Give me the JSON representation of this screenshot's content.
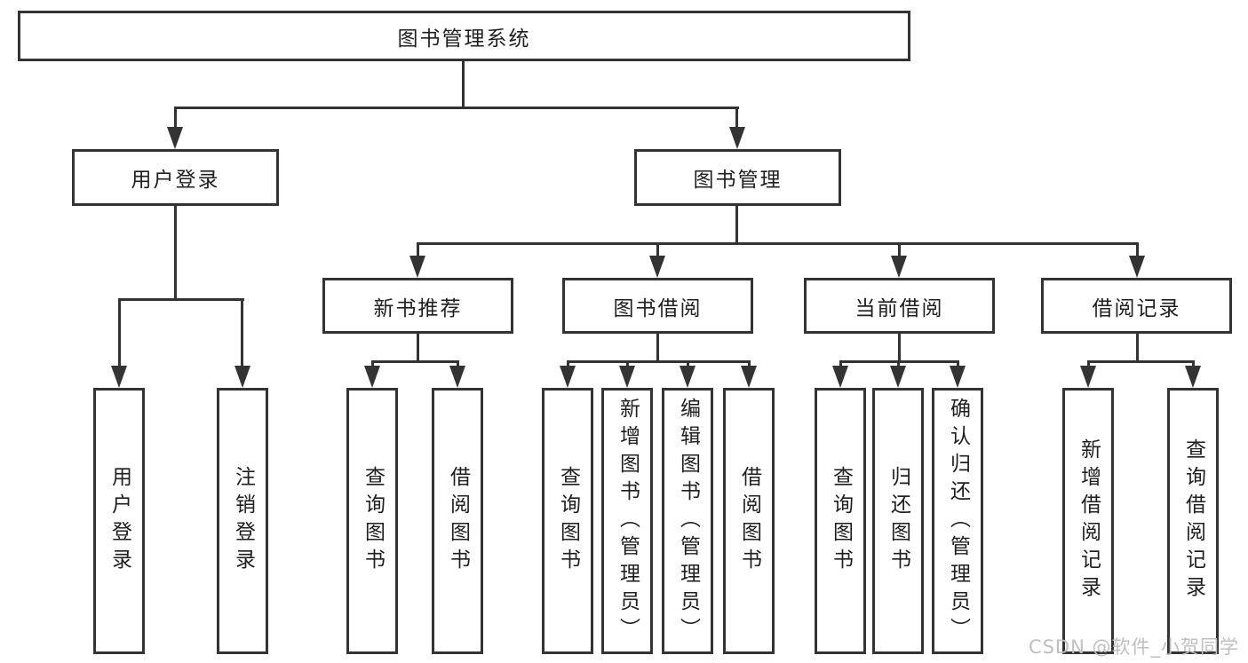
{
  "nodes": {
    "root": {
      "label": "图书管理系统"
    },
    "user_login": {
      "label": "用户登录",
      "children": [
        {
          "label": "用户登录"
        },
        {
          "label": "注销登录"
        }
      ]
    },
    "book_management": {
      "label": "图书管理",
      "children": [
        {
          "label": "新书推荐",
          "children": [
            {
              "label": "查询图书"
            },
            {
              "label": "借阅图书"
            }
          ]
        },
        {
          "label": "图书借阅",
          "children": [
            {
              "label": "查询图书"
            },
            {
              "label": "新增图书（管理员）"
            },
            {
              "label": "编辑图书（管理员）"
            },
            {
              "label": "借阅图书"
            }
          ]
        },
        {
          "label": "当前借阅",
          "children": [
            {
              "label": "查询图书"
            },
            {
              "label": "归还图书"
            },
            {
              "label": "确认归还（管理员）"
            }
          ]
        },
        {
          "label": "借阅记录",
          "children": [
            {
              "label": "新增借阅记录"
            },
            {
              "label": "查询借阅记录"
            }
          ]
        }
      ]
    }
  },
  "watermark": "CSDN @软件_小贺同学",
  "colors": {
    "line": "#333333",
    "text": "#1f1f1f",
    "background": "#ffffff",
    "watermark": "#c0bfbf"
  }
}
